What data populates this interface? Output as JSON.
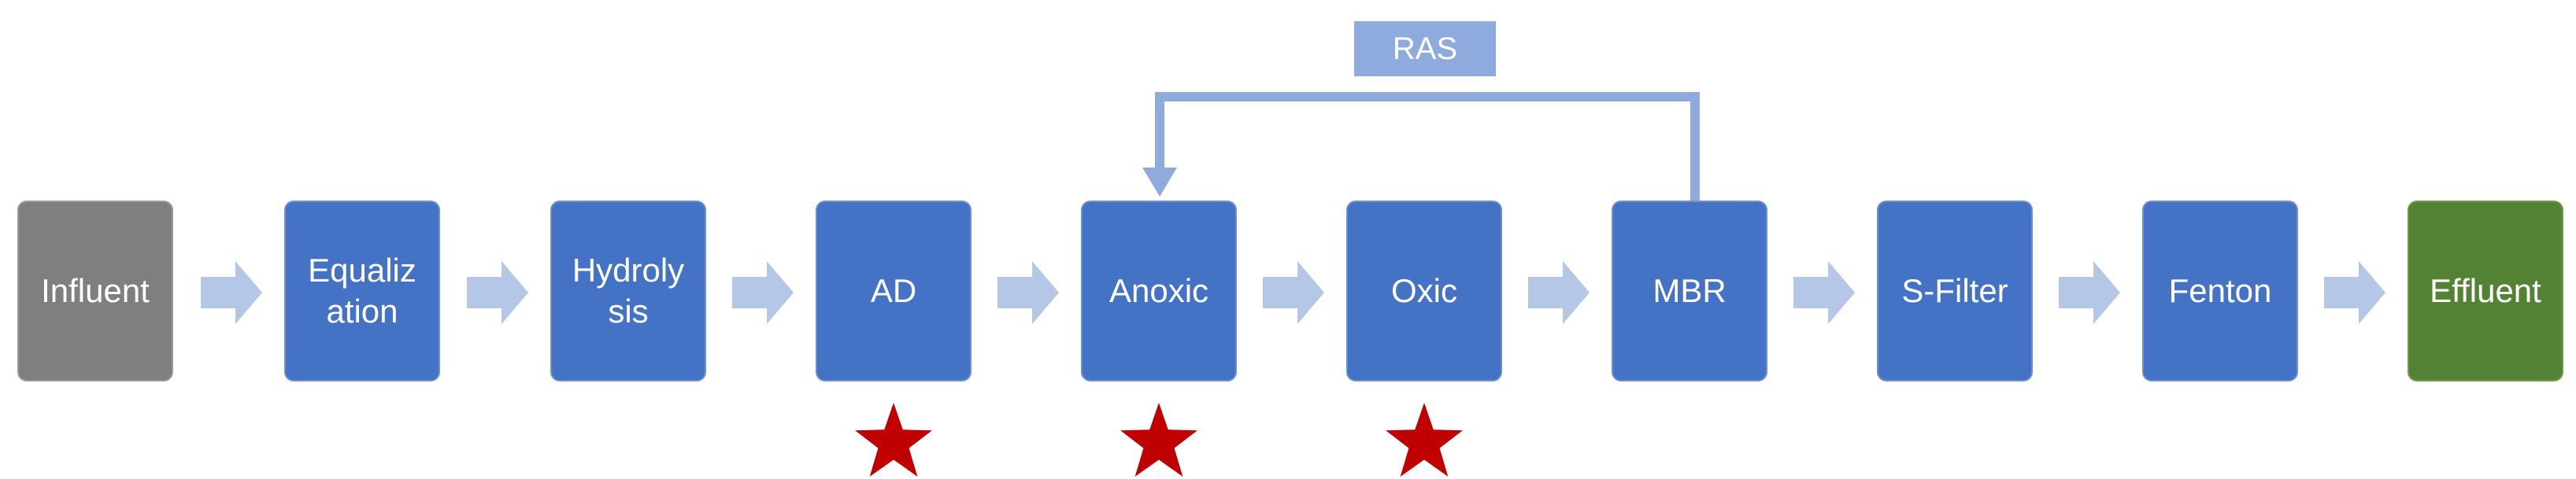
{
  "diagram": {
    "steps": [
      {
        "label": "Influent",
        "kind": "input"
      },
      {
        "label": "Equaliz\nation",
        "kind": "process"
      },
      {
        "label": "Hydroly\nsis",
        "kind": "process"
      },
      {
        "label": "AD",
        "kind": "process",
        "starred": true
      },
      {
        "label": "Anoxic",
        "kind": "process",
        "starred": true
      },
      {
        "label": "Oxic",
        "kind": "process",
        "starred": true
      },
      {
        "label": "MBR",
        "kind": "process"
      },
      {
        "label": "S-Filter",
        "kind": "process"
      },
      {
        "label": "Fenton",
        "kind": "process"
      },
      {
        "label": "Effluent",
        "kind": "output"
      }
    ],
    "recycle": {
      "label": "RAS",
      "from": "MBR",
      "to": "Anoxic"
    },
    "colors": {
      "process": "#4472c4",
      "input": "#7f7f7f",
      "output": "#548235",
      "arrow": "#b4c7e7",
      "recycle": "#8faadc",
      "star": "#c00000"
    },
    "icons": {
      "flow_arrow": "right-arrow-icon",
      "marker": "star-icon"
    }
  }
}
